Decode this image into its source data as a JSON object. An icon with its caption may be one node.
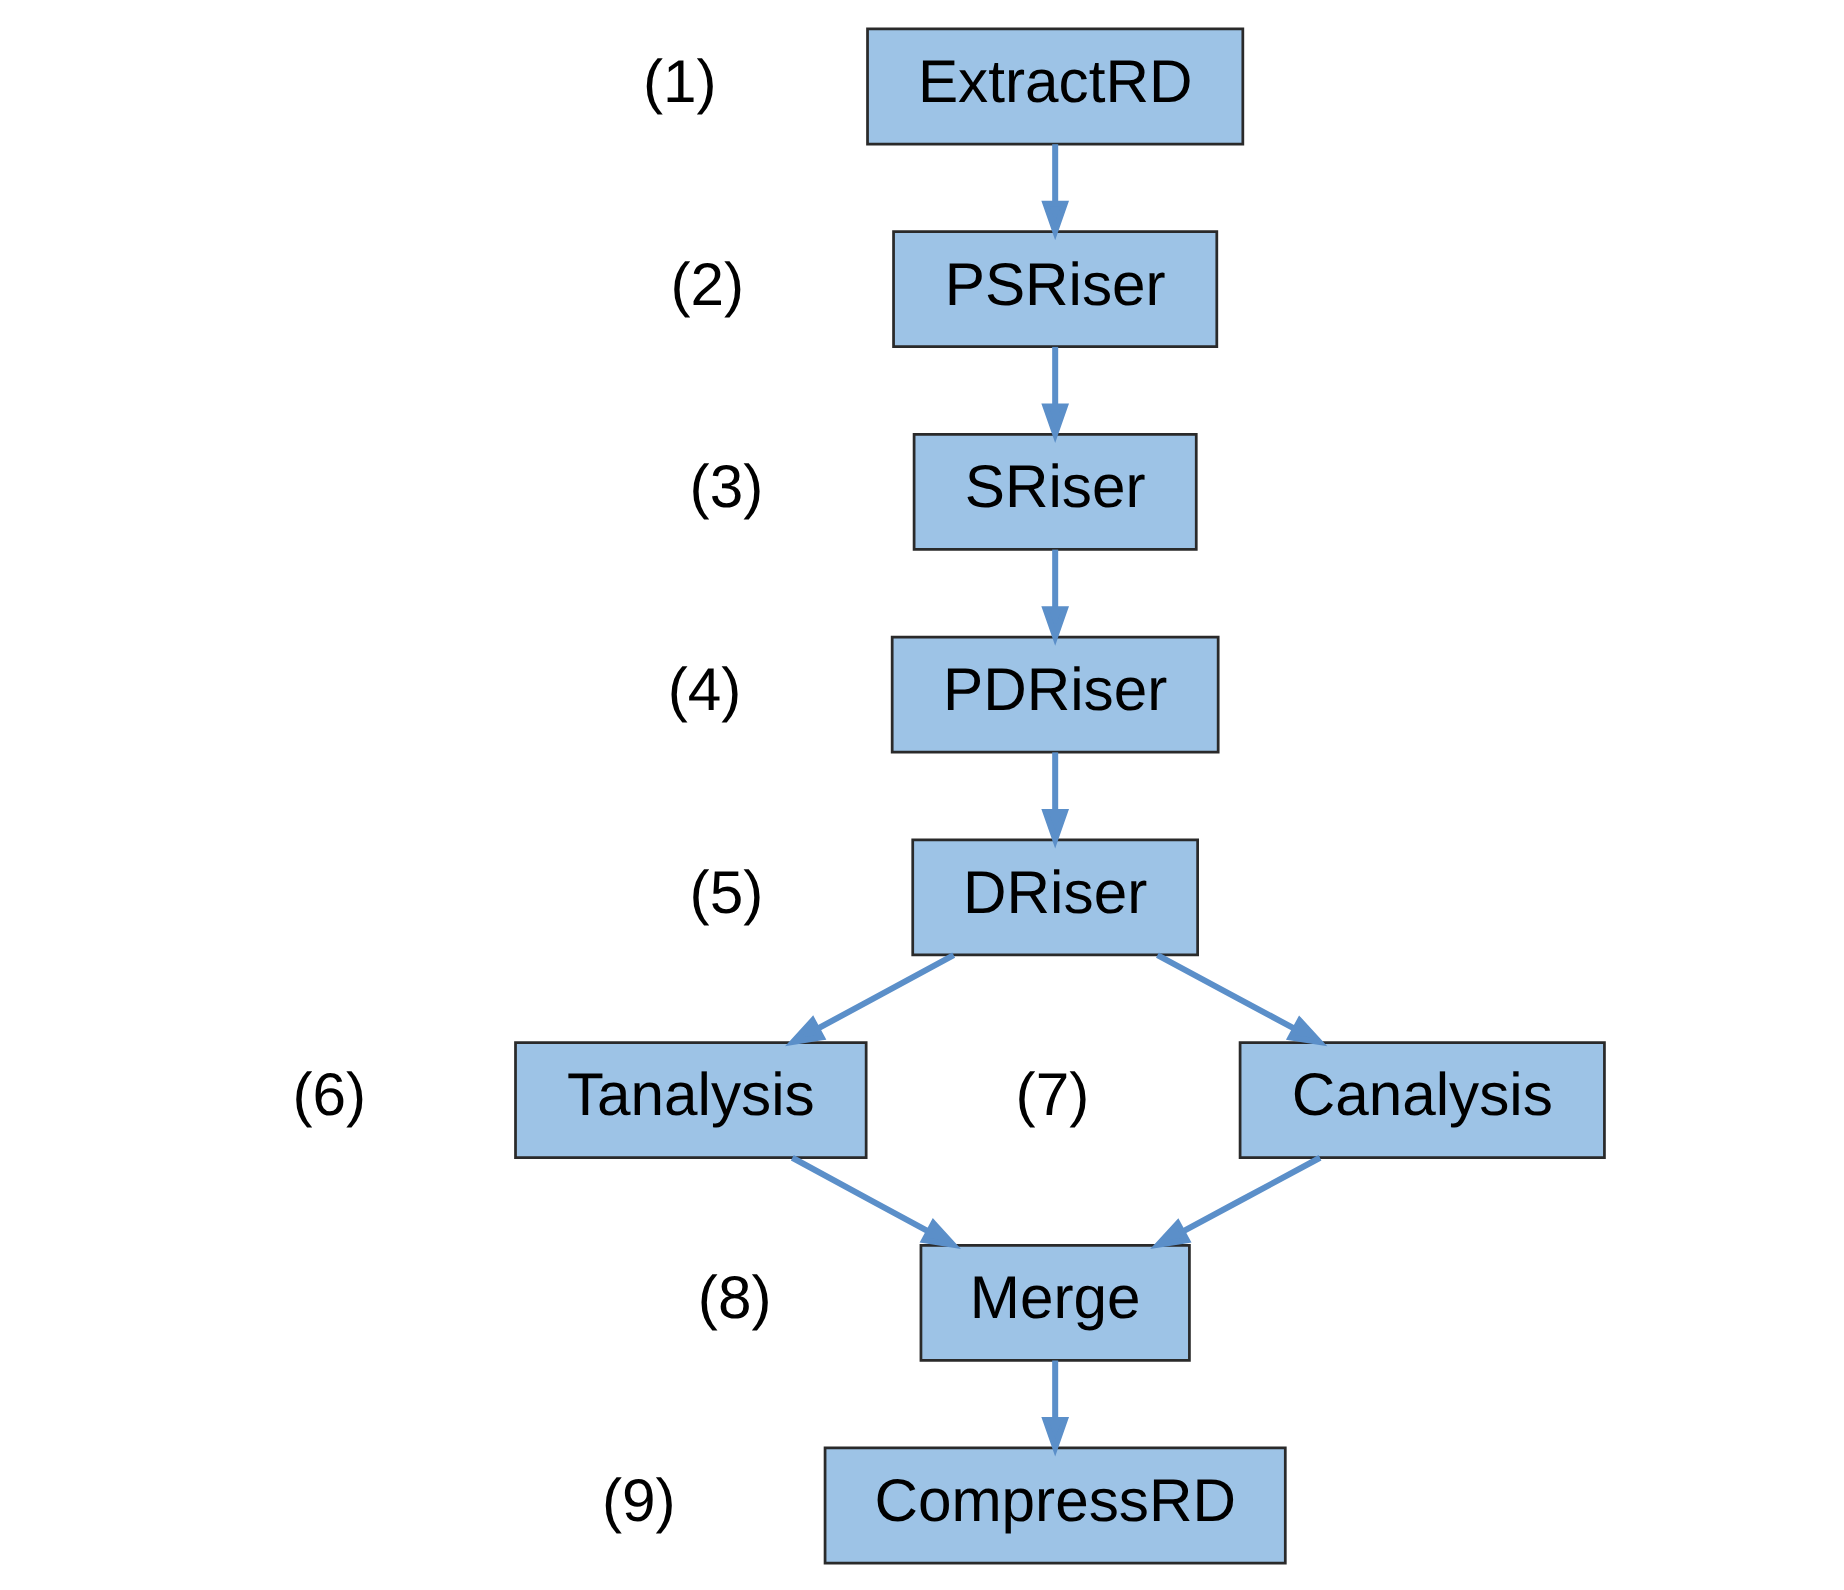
{
  "diagram": {
    "nodes": [
      {
        "text": [
          "ExtractRD"
        ],
        "beside": [
          "(1)"
        ]
      },
      {
        "text": [
          "PSRiser"
        ],
        "beside": [
          "(2)"
        ]
      },
      {
        "text": [
          "SRiser"
        ],
        "beside": [
          "(3)"
        ]
      },
      {
        "text": [
          "PDRiser"
        ],
        "beside": [
          "(4)"
        ]
      },
      {
        "text": [
          "DRiser"
        ],
        "beside": [
          "(5)"
        ]
      },
      {
        "text": [
          "Canalysis"
        ],
        "beside": [
          "(7)"
        ]
      },
      {
        "text": [
          "Tanalysis"
        ],
        "beside": [
          "(6)"
        ]
      },
      {
        "text": [
          "Merge"
        ],
        "beside": [
          "(8)"
        ]
      },
      {
        "text": [
          "CompressRD"
        ],
        "beside": [
          "(9)"
        ]
      }
    ],
    "edges": [
      {
        "from": 0,
        "to": 1,
        "arrow": "to"
      },
      {
        "from": 1,
        "to": 2,
        "arrow": "to"
      },
      {
        "from": 2,
        "to": 3,
        "arrow": "to"
      },
      {
        "from": 3,
        "to": 4,
        "arrow": "to"
      },
      {
        "from": 4,
        "to": 5,
        "arrow": "to"
      },
      {
        "from": 4,
        "to": 6,
        "arrow": "to"
      },
      {
        "from": 5,
        "to": 7,
        "arrow": "to"
      },
      {
        "from": 6,
        "to": 7,
        "arrow": "to"
      },
      {
        "from": 7,
        "to": 8,
        "arrow": "to"
      }
    ]
  }
}
